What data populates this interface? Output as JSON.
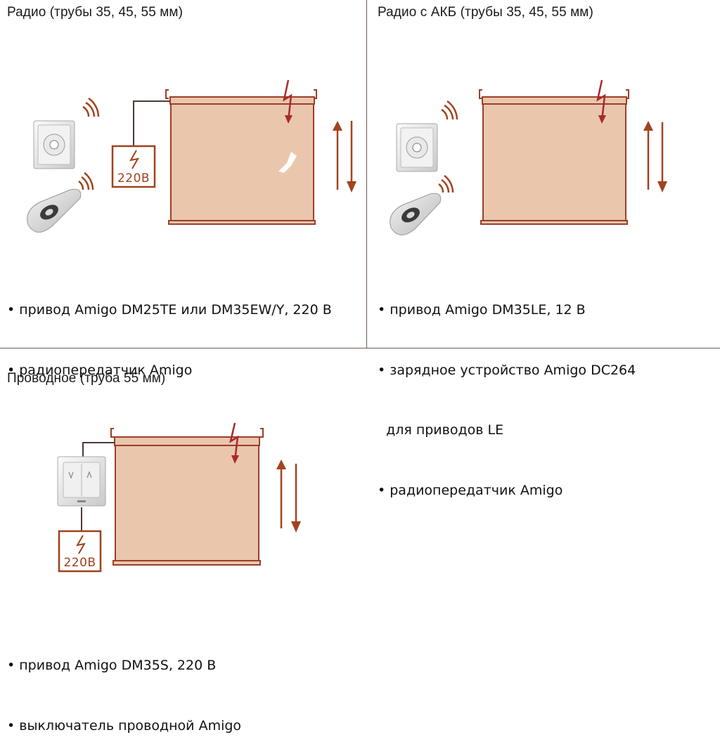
{
  "sections": [
    {
      "title": "Радио (трубы 35, 45, 55 мм)",
      "bullets": [
        "• привод Amigo DM25TE или DM35EW/Y, 220 В",
        "• радиопередатчик Amigo"
      ],
      "power_label": "220В"
    },
    {
      "title": "Радио с АКБ (трубы 35, 45, 55 мм)",
      "bullets": [
        "• привод Amigo DM35LE, 12 В",
        "• зарядное устройство Amigo DC264",
        "  для приводов LE",
        "• радиопередатчик Amigo"
      ]
    },
    {
      "title": "Проводное (труба 55 мм)",
      "bullets": [
        "• привод Amigo DM35S, 220 В",
        "• выключатель проводной Amigo"
      ],
      "power_label": "220В"
    }
  ],
  "colors": {
    "blind_fill": "#eac6ad",
    "blind_stroke": "#9b3f2a",
    "wire": "#4a3b36",
    "arrow": "#a0441e",
    "bolt": "#a82a2a",
    "divider": "#6b5a55"
  }
}
